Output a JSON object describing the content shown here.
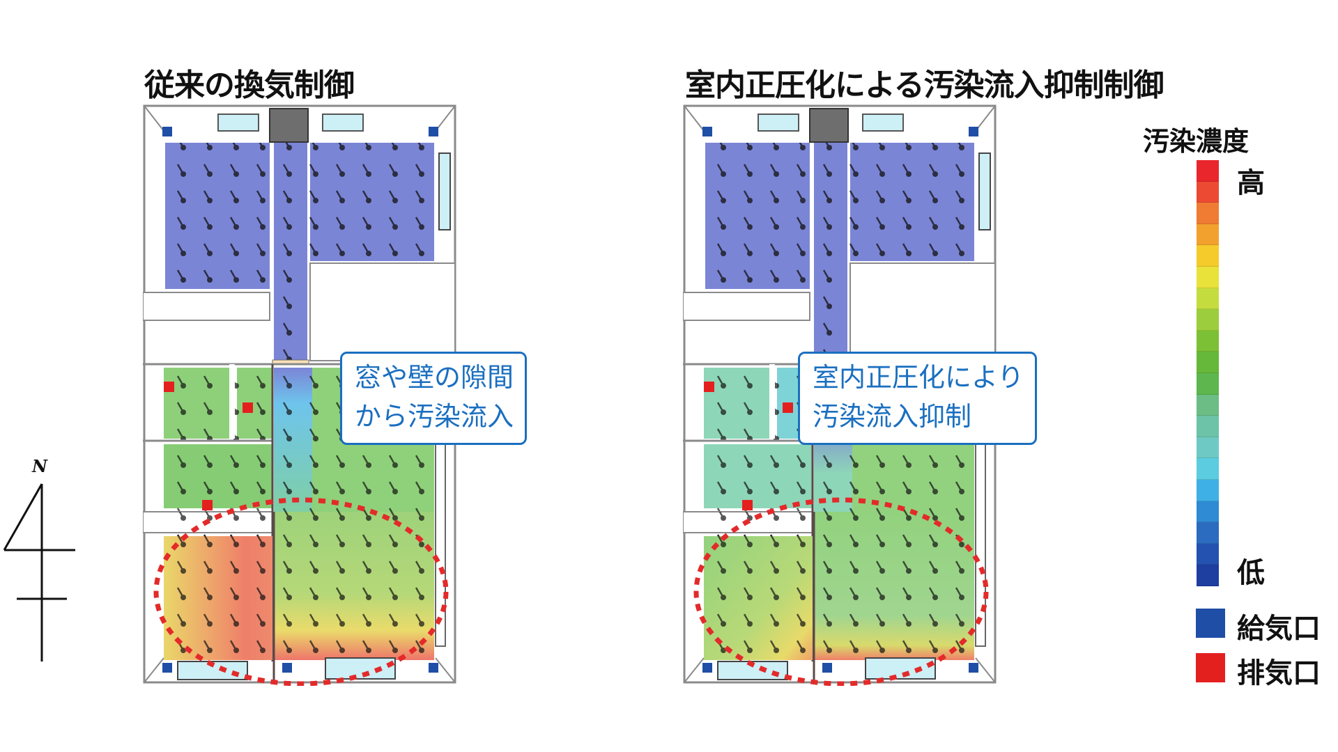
{
  "panels": [
    {
      "id": "conventional",
      "title": "従来の換気制御",
      "callout": [
        "窓や壁の隙間",
        "から汚染流入"
      ],
      "zones": {
        "upper_rooms": "#7b85d6",
        "upper_left_room": "#8ed07a",
        "upper_mid_room": "#8ed07a",
        "corridor_room": "#86cc74",
        "hall_gradient_top": "#6ec4ec",
        "hall_gradient_bottom": "#90cf7b",
        "right_room": "#8fd17a",
        "lower_left_room": [
          "#f1d25e",
          "#ee8a6d",
          "#8fd17a"
        ],
        "lower_right_room": [
          "#9ed27a",
          "#eada6a",
          "#ee7f69"
        ]
      }
    },
    {
      "id": "positive-pressure",
      "title": "室内正圧化による汚染流入抑制制御",
      "callout": [
        "室内正圧化により",
        "汚染流入抑制"
      ],
      "zones": {
        "upper_rooms": "#7b85d6",
        "upper_left_room": "#8ed6b8",
        "upper_mid_room": "#7ed3d6",
        "corridor_room": "#8ed6b8",
        "hall_gradient_top": "#7b85d6",
        "hall_gradient_bottom": "#8ed6b8",
        "right_room": "#92d27e",
        "lower_left_room": [
          "#92d27e",
          "#e7da6a",
          "#f0a069"
        ],
        "lower_right_room": [
          "#92d27e",
          "#a9dac8",
          "#f08068"
        ]
      }
    }
  ],
  "legend": {
    "title": "汚染濃度",
    "high_label": "高",
    "low_label": "低",
    "scale_colors": [
      "#e8262b",
      "#ec4a32",
      "#f07b32",
      "#f3a12e",
      "#f5cb2c",
      "#e8e23a",
      "#c5dc3f",
      "#9ccd3c",
      "#7cc035",
      "#66b83a",
      "#5db74e",
      "#6bbd85",
      "#6cc3a8",
      "#6ec9c4",
      "#5ccde0",
      "#3fb0e6",
      "#2f8bd4",
      "#2c6cc0",
      "#2452b0",
      "#1e3ea0"
    ],
    "supply_label": "給気口",
    "supply_color": "#1f4ea6",
    "exhaust_label": "排気口",
    "exhaust_color": "#e4201f"
  },
  "compass": {
    "label": "N"
  },
  "highlight_color": "#e32a2a"
}
